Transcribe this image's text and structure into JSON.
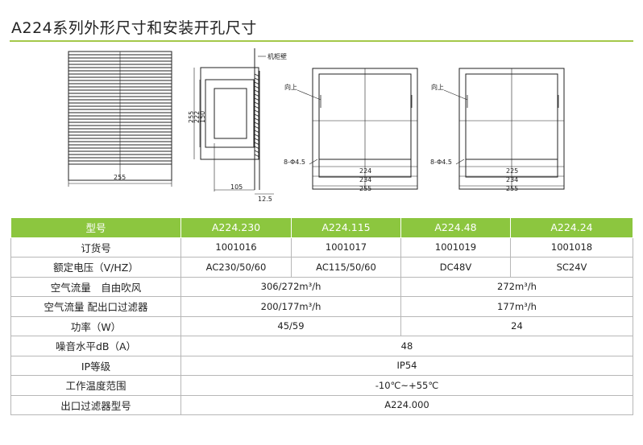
{
  "title": "A224系列外形尺寸和安装开孔尺寸",
  "colors": {
    "accent": "#8cc63f",
    "rule": "#a4c84a"
  },
  "drawing_labels": {
    "front_width": "255",
    "side_wall": "机柜壁",
    "side_h1": "255",
    "side_h2": "222",
    "side_h3": "150",
    "side_depth": "105",
    "side_wall_thk": "12.5",
    "up1": "向上",
    "hole1": "8-Φ4.5",
    "w1a": "224",
    "w1b": "234",
    "w1c": "255",
    "up2": "向上",
    "hole2": "8-Φ4.5",
    "w2a": "225",
    "w2b": "234",
    "w2c": "255"
  },
  "table": {
    "header": [
      "型号",
      "A224.230",
      "A224.115",
      "A224.48",
      "A224.24"
    ],
    "rows": {
      "order": {
        "label": "订货号",
        "c1": "1001016",
        "c2": "1001017",
        "c3": "1001019",
        "c4": "1001018"
      },
      "voltage": {
        "label": "额定电压（V/HZ）",
        "c1": "AC230/50/60",
        "c2": "AC115/50/60",
        "c3": "DC48V",
        "c4": "SC24V"
      },
      "airflow_free": {
        "label": "空气流量　自由吹风",
        "v1": "306/272m³/h",
        "v2": "272m³/h"
      },
      "airflow_filter": {
        "label": "空气流量 配出口过滤器",
        "v1": "200/177m³/h",
        "v2": "177m³/h"
      },
      "power": {
        "label": "功率（W）",
        "v1": "45/59",
        "v2": "24"
      },
      "noise": {
        "label": "噪音水平dB（A）",
        "v": "48"
      },
      "ip": {
        "label": "IP等级",
        "v": "IP54"
      },
      "temp": {
        "label": "工作温度范围",
        "v": "-10℃~+55℃"
      },
      "filter": {
        "label": "出口过滤器型号",
        "v": "A224.000"
      }
    }
  }
}
